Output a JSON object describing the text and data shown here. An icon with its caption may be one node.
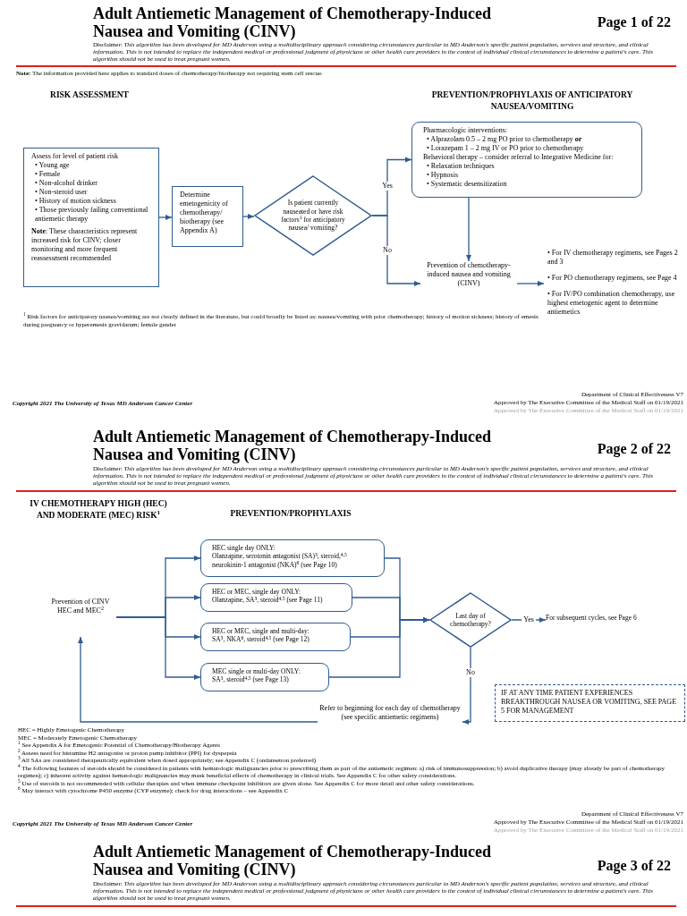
{
  "diagram": {
    "title": "Adult Antiemetic Management of Chemotherapy-Induced Nausea and Vomiting (CINV)",
    "nodes": [
      {
        "text": [
          "Assess for level of patient risk",
          "• Young age",
          "• Female",
          "• Non-alcohol drinker",
          "• Non-steroid user",
          "• History of motion sickness",
          "• Those previously failing conventional antiemetic therapy",
          "**Note**: These characteristics represent increased risk for CINV; closer monitoring and more frequent reassessment recommended"
        ]
      },
      {
        "text": [
          "Determine emetogenicity of chemotherapy/ biotherapy (see Appendix A)"
        ]
      },
      {
        "text": [
          "Is patient currently nauseated or have risk factors$^{1}$ for anticipatory nausea/ vomiting?"
        ]
      },
      {
        "text": [
          "Pharmacologic interventions:",
          "• Alprazolam 0.5 – 2 mg PO prior to chemotherapy **or**",
          "• Lorazepam 1 – 2 mg IV or PO prior to chemotherapy",
          "Behavioral therapy – consider referral to Integrative Medicine for:",
          "• Relaxation techniques",
          "• Hypnosis",
          "• Systematic desensitization"
        ]
      },
      {
        "text": [
          "Prevention of chemotherapy-induced nausea and vomiting (CINV)"
        ]
      },
      {
        "text": [
          "• For IV chemotherapy regimens, see Pages 2 and 3",
          "• For PO chemotherapy regimens, see Page 4",
          "• For IV/PO combination chemotherapy, use highest emetogenic agent to determine antiemetics"
        ]
      },
      {
        "text": [
          "Prevention of CINV HEC and MEC$^{2}$"
        ]
      },
      {
        "text": [
          "HEC single day ONLY:",
          "Olanzapine, serotonin antagonist (SA)$^{3}$, steroid,$^{4,5}$ neurokinin-1 antagonist (NKA)$^{6}$ (see Page 10)"
        ]
      },
      {
        "text": [
          "HEC or MEC, single day ONLY:",
          "Olanzapine, SA$^{3}$, steroid$^{4,5}$ (see Page 11)"
        ]
      },
      {
        "text": [
          "HEC or MEC, single and multi-day:",
          "SA$^{3}$, NKA$^{6}$, steroid$^{4,5}$ (see Page 12)"
        ]
      },
      {
        "text": [
          "MEC single or multi-day ONLY:",
          "SA$^{3}$, steroid$^{4,5}$ (see Page 13)"
        ]
      },
      {
        "text": [
          "Last day of chemotherapy?"
        ]
      },
      {
        "text": [
          "For subsequent cycles, see Page 6"
        ]
      },
      {
        "text": [
          "Refer to beginning for each day of chemotherapy (see specific antiemetic regimens)"
        ]
      },
      {
        "text": [
          "IF AT ANY TIME PATIENT EXPERIENCES BREAKTHROUGH NAUSEA OR VOMITING, SEE PAGE 5 FOR MANAGEMENT"
        ]
      }
    ],
    "edges": [
      {
        "from": 0,
        "to": 1,
        "arrow": "to"
      },
      {
        "from": 1,
        "to": 2,
        "arrow": "to"
      },
      {
        "from": 2,
        "to": 3,
        "arrow": "to",
        "label": "Yes"
      },
      {
        "from": 2,
        "to": 4,
        "arrow": "to",
        "label": "No"
      },
      {
        "from": 3,
        "to": 4,
        "arrow": "to"
      },
      {
        "from": 4,
        "to": 5,
        "arrow": "to"
      },
      {
        "from": 6,
        "to": 7,
        "arrow": "to"
      },
      {
        "from": 6,
        "to": 8,
        "arrow": "to"
      },
      {
        "from": 6,
        "to": 9,
        "arrow": "to"
      },
      {
        "from": 6,
        "to": 10,
        "arrow": "to"
      },
      {
        "from": 7,
        "to": 11,
        "arrow": "to"
      },
      {
        "from": 8,
        "to": 11,
        "arrow": "to"
      },
      {
        "from": 9,
        "to": 11,
        "arrow": "to"
      },
      {
        "from": 10,
        "to": 11,
        "arrow": "to"
      },
      {
        "from": 11,
        "to": 12,
        "arrow": "to",
        "label": "Yes"
      },
      {
        "from": 11,
        "to": 13,
        "arrow": "to",
        "label": "No"
      },
      {
        "from": 13,
        "to": 6,
        "arrow": "to"
      }
    ],
    "labels": [
      "Page 1 of 22",
      "Disclaimer: *This algorithm has been developed for MD Anderson using a multidisciplinary approach considering circumstances particular to MD Anderson's specific patient population, services and structure, and clinical information. This is not intended to replace the independent medical or professional judgment of physicians or other health care providers in the context of individual clinical circumstances to determine a patient's care. This algorithm should not be used to treat pregnant women.*",
      "**Note:** The information provided here applies to standard doses of chemotherapy/biotherapy not requiring stem cell rescue.",
      "RISK ASSESSMENT",
      "PREVENTION/PROPHYLAXIS OF ANTICIPATORY NAUSEA/VOMITING",
      "$^{1}$ Risk factors for anticipatory nausea/vomiting are not clearly defined in the literature, but could broadly be listed as: nausea/vomiting with prior chemotherapy; history of motion sickness; history of emesis during pregnancy or hyperemesis gravidarum; female gender",
      "Copyright 2021 The University of Texas MD Anderson Cancer Center",
      "Department of Clinical Effectiveness V7",
      "Approved by The Executive Committee of the Medical Staff on 01/19/2021",
      "Approved by The Executive Committee of the Medical Staff on 01/19/2021",
      "Adult Antiemetic Management of Chemotherapy-Induced Nausea and Vomiting (CINV)",
      "Page 2 of 22",
      "Disclaimer: *This algorithm has been developed for MD Anderson using a multidisciplinary approach considering circumstances particular to MD Anderson's specific patient population, services and structure, and clinical information. This is not intended to replace the independent medical or professional judgment of physicians or other health care providers in the context of individual clinical circumstances to determine a patient's care. This algorithm should not be used to treat pregnant women.*",
      "IV CHEMOTHERAPY HIGH (HEC) AND MODERATE (MEC) RISK$^{1}$",
      "PREVENTION/PROPHYLAXIS",
      "HEC = Highly Emetogenic Chemotherapy",
      "MEC = Moderately Emetogenic Chemotherapy",
      "$^{1}$ See Appendix A for Emetogenic Potential of Chemotherapy/Biotherapy Agents",
      "$^{2}$ Assess need for histamine H2 antagonist or proton pump inhibitor (PPI) for dyspepsia",
      "$^{3}$ All SAs are considered therapeutically equivalent when dosed appropriately; see Appendix C (ondansetron preferred)",
      "$^{4}$ The following features of steroids should be considered in patients with hematologic malignancies prior to prescribing them as part of the antiemetic regimen: a) risk of immunosuppression; b) avoid duplicative therapy (may already be part of chemotherapy regimen); c) inherent activity against hematologic malignancies may mask beneficial effects of chemotherapy in clinical trials. See Appendix C for other safety considerations.",
      "$^{5}$ Use of steroids is not recommended with cellular therapies and when immune checkpoint inhibitors are given alone. See Appendix C for more detail and other safety considerations.",
      "$^{6}$ May interact with cytochrome P450 enzyme (CYP enzyme); check for drug interactions – see Appendix C",
      "Copyright 2021 The University of Texas MD Anderson Cancer Center",
      "Department of Clinical Effectiveness V7",
      "Approved by The Executive Committee of the Medical Staff on 01/19/2021",
      "Approved by The Executive Committee of the Medical Staff on 01/19/2021",
      "Adult Antiemetic Management of Chemotherapy-Induced Nausea and Vomiting (CINV)",
      "Page 3 of 22",
      "Disclaimer: *This algorithm has been developed for MD Anderson using a multidisciplinary approach considering circumstances particular to MD Anderson's specific patient population, services and structure, and clinical information. This is not intended to replace the independent medical or professional judgment of physicians or other health care providers in the context of individual clinical circumstances to determine a patient's care. This algorithm should not be used to treat pregnant women.*"
    ]
  }
}
